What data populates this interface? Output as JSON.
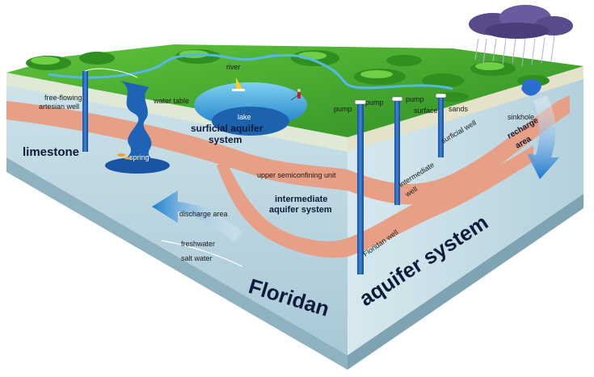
{
  "labels": {
    "free_flowing_1": "free-flowing",
    "free_flowing_2": "artesian well",
    "water_table": "water table",
    "river": "river",
    "lake": "lake",
    "surficial_aquifer_1": "surficial aquifer",
    "surficial_aquifer_2": "system",
    "spring": "spring",
    "limestone": "limestone",
    "upper_semiconfining": "upper semiconfining unit",
    "intermediate_1": "intermediate",
    "intermediate_2": "aquifer system",
    "discharge_area": "discharge area",
    "freshwater": "freshwater",
    "salt_water": "salt water",
    "floridan": "Floridan",
    "aquifer_system": "aquifer system",
    "pump_1": "pump",
    "pump_2": "pump",
    "pump_3": "pump",
    "surface": "surface",
    "sands": "sands",
    "surficial_well": "surficial well",
    "intermediate_well_1": "intermediate",
    "intermediate_well_2": "well",
    "floridan_well": "Floridan well",
    "sinkhole": "sinkhole",
    "recharge_1": "recharge",
    "recharge_2": "area"
  },
  "colors": {
    "grass": "#3fa82c",
    "limestone": "#b9d6e0",
    "confining": "#e8a084",
    "water": "#1f5fb0",
    "right_face": "#c9dfe8",
    "bottom": "#97b8c6"
  }
}
